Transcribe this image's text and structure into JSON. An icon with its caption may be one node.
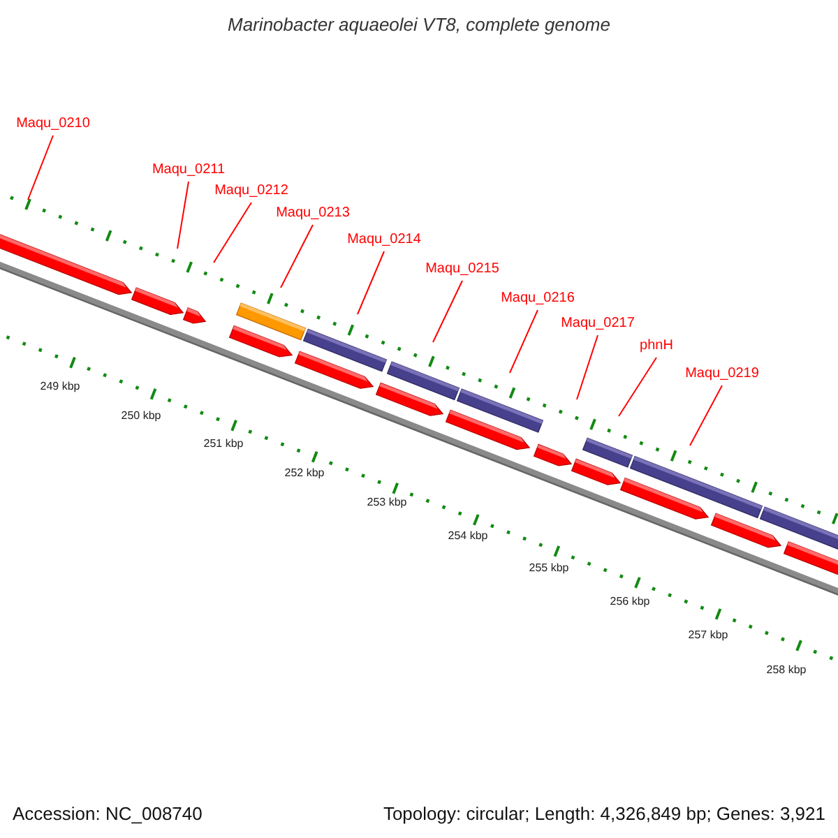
{
  "diagram": {
    "title": "Marinobacter aquaeolei VT8, complete genome",
    "nodes": [
      {
        "text": [
          "Maqu_0210"
        ]
      },
      {
        "text": [
          "Maqu_0211"
        ]
      },
      {
        "text": [
          "Maqu_0212"
        ]
      },
      {
        "text": [
          "Maqu_0213"
        ]
      },
      {
        "text": [
          "Maqu_0214"
        ]
      },
      {
        "text": [
          "Maqu_0215"
        ]
      },
      {
        "text": [
          "Maqu_0216"
        ]
      },
      {
        "text": [
          "Maqu_0217"
        ]
      },
      {
        "text": [
          "phnH"
        ]
      },
      {
        "text": [
          "Maqu_0219"
        ]
      }
    ],
    "edges": [
      {
        "from": 0,
        "to": null,
        "arrow": "none"
      },
      {
        "from": 1,
        "to": null,
        "arrow": "none"
      },
      {
        "from": 2,
        "to": null,
        "arrow": "none"
      },
      {
        "from": 3,
        "to": null,
        "arrow": "none"
      },
      {
        "from": 4,
        "to": null,
        "arrow": "none"
      },
      {
        "from": 5,
        "to": null,
        "arrow": "none"
      },
      {
        "from": 6,
        "to": null,
        "arrow": "none"
      },
      {
        "from": 7,
        "to": null,
        "arrow": "none"
      },
      {
        "from": 8,
        "to": null,
        "arrow": "none"
      },
      {
        "from": 9,
        "to": null,
        "arrow": "none"
      }
    ],
    "labels": [
      "249 kbp",
      "250 kbp",
      "251 kbp",
      "252 kbp",
      "253 kbp",
      "254 kbp",
      "255 kbp",
      "256 kbp",
      "257 kbp",
      "258 kbp",
      "Accession: NC_008740",
      "Topology: circular; Length: 4,326,849 bp; Genes: 3,921"
    ]
  }
}
